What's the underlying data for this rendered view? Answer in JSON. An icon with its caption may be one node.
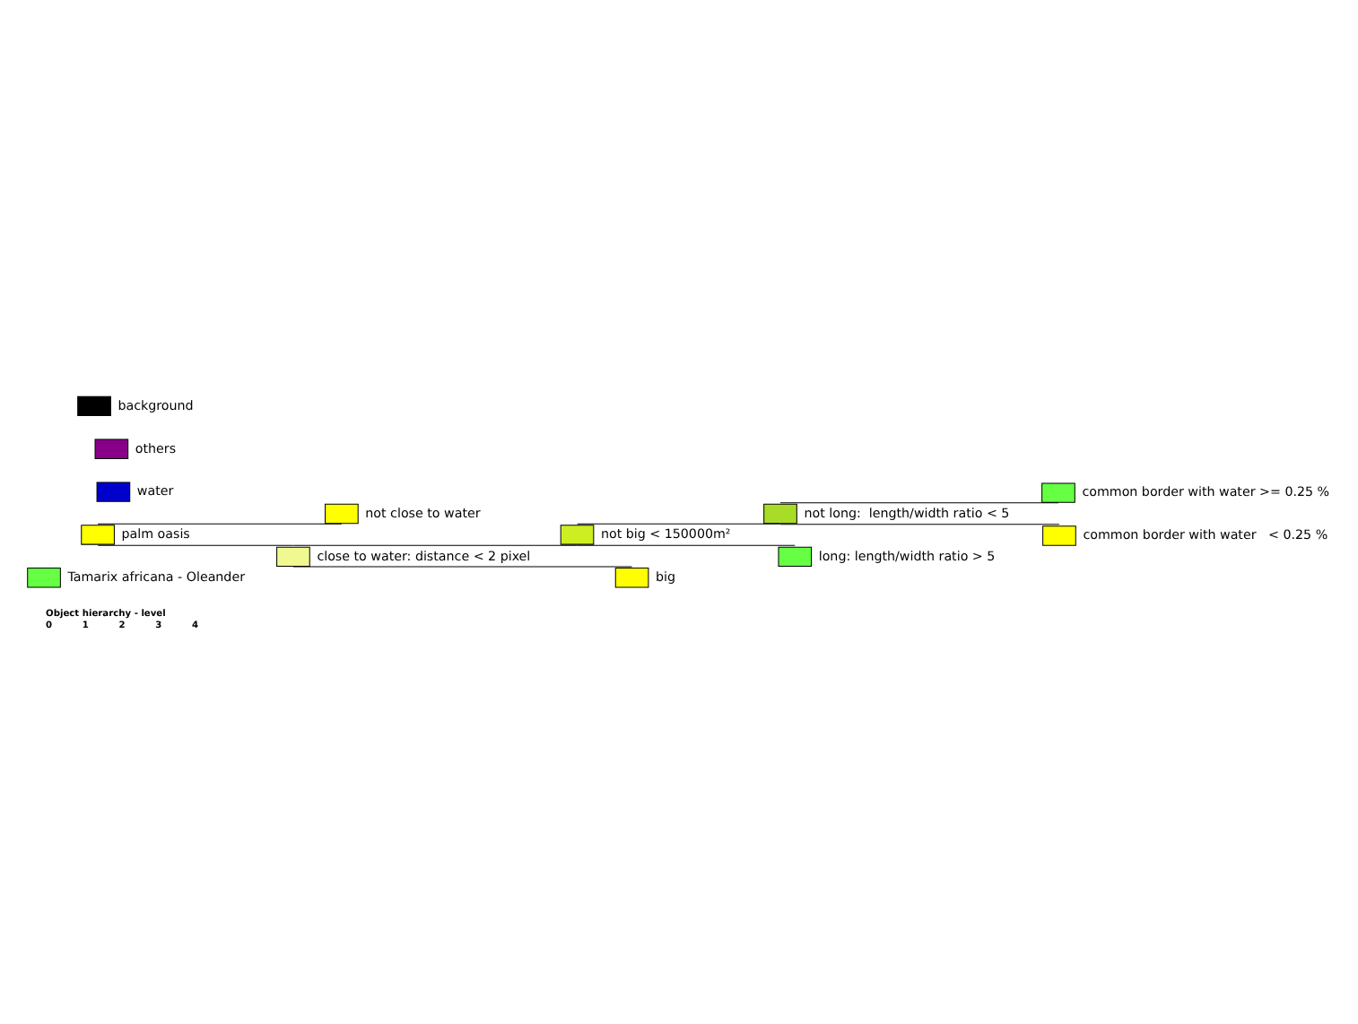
{
  "diagram": {
    "nodes": [
      {
        "text": [
          "Tamarix africana - Oleander"
        ]
      },
      {
        "text": [
          "palm oasis"
        ]
      },
      {
        "text": [
          "not close to water"
        ]
      },
      {
        "text": [
          "close to water: distance < 2 pixel"
        ]
      },
      {
        "text": [
          "not big < 150000m²"
        ]
      },
      {
        "text": [
          "not long:  length/width ratio < 5"
        ]
      },
      {
        "text": [
          "common border with water >= 0.25 %"
        ]
      },
      {
        "text": [
          "common border with water   < 0.25 %"
        ]
      },
      {
        "text": [
          "long: length/width ratio > 5"
        ]
      },
      {
        "text": [
          "big"
        ]
      },
      {
        "text": [
          "water"
        ]
      },
      {
        "text": [
          "others"
        ]
      },
      {
        "text": [
          "background"
        ]
      }
    ],
    "edges": [
      {
        "from": 1,
        "to": 2,
        "arrow": "none"
      },
      {
        "from": 1,
        "to": 3,
        "arrow": "none"
      },
      {
        "from": 3,
        "to": 4,
        "arrow": "none"
      },
      {
        "from": 4,
        "to": 5,
        "arrow": "none"
      },
      {
        "from": 5,
        "to": 6,
        "arrow": "none"
      },
      {
        "from": 5,
        "to": 7,
        "arrow": "none"
      },
      {
        "from": 4,
        "to": 8,
        "arrow": "none"
      },
      {
        "from": 3,
        "to": 9,
        "arrow": "none"
      }
    ],
    "labels": [
      "Object hierarchy - level",
      "0",
      "1",
      "2",
      "3",
      "4"
    ]
  }
}
